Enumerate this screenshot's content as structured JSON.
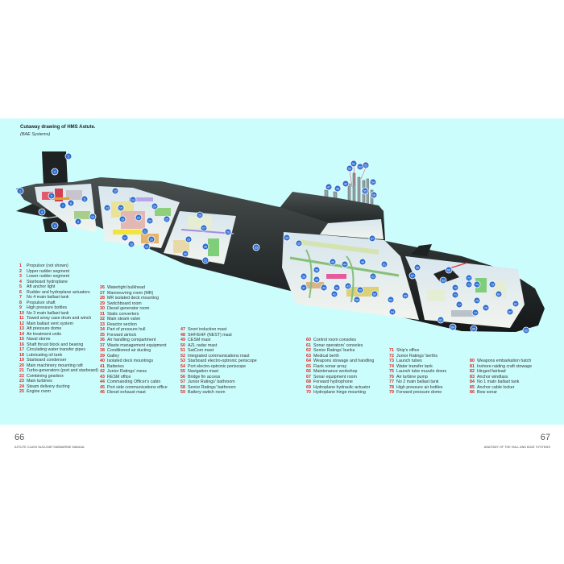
{
  "caption": {
    "title": "Cutaway drawing of HMS Astute.",
    "credit": "(BAE Systems)"
  },
  "colors": {
    "page_bg": "#ccfdfd",
    "hull": "#2b3030",
    "number": "#e3211b",
    "callout": "#2f6fd0"
  },
  "callouts": [
    "1",
    "2",
    "3",
    "4",
    "5",
    "6",
    "7",
    "8",
    "9",
    "10",
    "11",
    "12",
    "13",
    "14",
    "15",
    "16",
    "17",
    "18",
    "19",
    "20",
    "21",
    "22",
    "23",
    "24",
    "25",
    "26",
    "27",
    "28",
    "29",
    "30",
    "31",
    "32",
    "33",
    "34",
    "35",
    "36",
    "37",
    "38",
    "39",
    "40",
    "41",
    "42",
    "43",
    "44",
    "45",
    "46",
    "47",
    "48",
    "49",
    "50",
    "51",
    "52",
    "53",
    "54",
    "55",
    "56",
    "57",
    "58",
    "59",
    "60",
    "61",
    "62",
    "63",
    "64",
    "65",
    "66",
    "67",
    "68",
    "69",
    "70",
    "71",
    "72",
    "73",
    "74",
    "75",
    "76",
    "77",
    "78",
    "79",
    "80",
    "81",
    "82",
    "83",
    "84",
    "85",
    "86"
  ],
  "legend": {
    "columns": [
      {
        "items": [
          {
            "num": "1",
            "text": "Propulsor (not shown)"
          },
          {
            "num": "2",
            "text": "Upper rudder segment"
          },
          {
            "num": "3",
            "text": "Lower rudder segment"
          },
          {
            "num": "4",
            "text": "Starboard hydroplane"
          },
          {
            "num": "5",
            "text": "Aft anchor light"
          },
          {
            "num": "6",
            "text": "Rudder and hydroplane actuators"
          },
          {
            "num": "7",
            "text": "No 4 main ballast tank"
          },
          {
            "num": "8",
            "text": "Propulsor shaft"
          },
          {
            "num": "9",
            "text": "High pressure bottles"
          },
          {
            "num": "10",
            "text": "No 3 main ballast tank"
          },
          {
            "num": "11",
            "text": "Towed array case drum and winch"
          },
          {
            "num": "12",
            "text": "Main ballast vent system"
          },
          {
            "num": "13",
            "text": "Aft pressure dome"
          },
          {
            "num": "14",
            "text": "Air treatment units"
          },
          {
            "num": "15",
            "text": "Naval stores"
          },
          {
            "num": "16",
            "text": "Shaft thrust block and bearing"
          },
          {
            "num": "17",
            "text": "Circulating water transfer pipes"
          },
          {
            "num": "18",
            "text": "Lubricating oil tank"
          },
          {
            "num": "19",
            "text": "Starboard condenser"
          },
          {
            "num": "20",
            "text": "Main machinery mounting raft"
          },
          {
            "num": "21",
            "text": "Turbo-generators (port and starboard)"
          },
          {
            "num": "22",
            "text": "Combining gearbox"
          },
          {
            "num": "23",
            "text": "Main turbines"
          },
          {
            "num": "24",
            "text": "Steam delivery ducting"
          },
          {
            "num": "25",
            "text": "Engine room"
          }
        ]
      },
      {
        "items": [
          {
            "num": "26",
            "text": "Watertight bulkhead"
          },
          {
            "num": "27",
            "text": "Manoeuvring room (MR)"
          },
          {
            "num": "28",
            "text": "MR isolated deck mounting"
          },
          {
            "num": "29",
            "text": "Switchboard room"
          },
          {
            "num": "30",
            "text": "Diesel generator room"
          },
          {
            "num": "31",
            "text": "Static converters"
          },
          {
            "num": "32",
            "text": "Main steam valve"
          },
          {
            "num": "33",
            "text": "Reactor section"
          },
          {
            "num": "34",
            "text": "Part of pressure hull"
          },
          {
            "num": "35",
            "text": "Forward airlock"
          },
          {
            "num": "36",
            "text": "Air handling compartment"
          },
          {
            "num": "37",
            "text": "Waste management equipment"
          },
          {
            "num": "38",
            "text": "Conditioned air ducting"
          },
          {
            "num": "39",
            "text": "Galley"
          },
          {
            "num": "40",
            "text": "Isolated deck mountings"
          },
          {
            "num": "41",
            "text": "Batteries"
          },
          {
            "num": "42",
            "text": "Junior Ratings' mess"
          },
          {
            "num": "43",
            "text": "RESM office"
          },
          {
            "num": "44",
            "text": "Commanding Officer's cabin"
          },
          {
            "num": "45",
            "text": "Port side communications office"
          },
          {
            "num": "46",
            "text": "Diesel exhaust mast"
          }
        ]
      },
      {
        "items": [
          {
            "num": "47",
            "text": "Snort induction mast"
          },
          {
            "num": "48",
            "text": "SHF/EHF (NEST) mast"
          },
          {
            "num": "49",
            "text": "CESM mast"
          },
          {
            "num": "50",
            "text": "AZL radar mast"
          },
          {
            "num": "51",
            "text": "SatCom mast"
          },
          {
            "num": "52",
            "text": "Integrated communications mast"
          },
          {
            "num": "53",
            "text": "Starboard electro-optronic periscope"
          },
          {
            "num": "54",
            "text": "Port electro-optronic periscope"
          },
          {
            "num": "55",
            "text": "Navigation mast"
          },
          {
            "num": "56",
            "text": "Bridge fin access"
          },
          {
            "num": "57",
            "text": "Junior Ratings' bathroom"
          },
          {
            "num": "58",
            "text": "Senior Ratings' bathroom"
          },
          {
            "num": "59",
            "text": "Battery switch room"
          }
        ]
      },
      {
        "items": [
          {
            "num": "60",
            "text": "Control room consoles"
          },
          {
            "num": "61",
            "text": "Sonar operators' consoles"
          },
          {
            "num": "62",
            "text": "Senior Ratings' bunks"
          },
          {
            "num": "63",
            "text": "Medical berth"
          },
          {
            "num": "64",
            "text": "Weapons stowage and handling"
          },
          {
            "num": "65",
            "text": "Flank sonar array"
          },
          {
            "num": "66",
            "text": "Maintenance workshop"
          },
          {
            "num": "67",
            "text": "Sonar equipment room"
          },
          {
            "num": "68",
            "text": "Forward hydrophone"
          },
          {
            "num": "69",
            "text": "Hydroplane hydraulic actuator"
          },
          {
            "num": "70",
            "text": "Hydroplane hinge mounting"
          }
        ]
      },
      {
        "items": [
          {
            "num": "71",
            "text": "Ship's office"
          },
          {
            "num": "72",
            "text": "Junior Ratings' berths"
          },
          {
            "num": "73",
            "text": "Launch tubes"
          },
          {
            "num": "74",
            "text": "Water transfer tank"
          },
          {
            "num": "75",
            "text": "Launch tube muzzle doors"
          },
          {
            "num": "76",
            "text": "Air turbine pump"
          },
          {
            "num": "77",
            "text": "No 2 main ballast tank"
          },
          {
            "num": "78",
            "text": "High pressure air bottles"
          },
          {
            "num": "79",
            "text": "Forward pressure dome"
          }
        ]
      },
      {
        "items": [
          {
            "num": "80",
            "text": "Weapons embarkation hatch"
          },
          {
            "num": "81",
            "text": "Inshore raiding craft stowage"
          },
          {
            "num": "82",
            "text": "Hinged fairlead"
          },
          {
            "num": "83",
            "text": "Anchor windlass"
          },
          {
            "num": "84",
            "text": "No 1 main ballast tank"
          },
          {
            "num": "85",
            "text": "Anchor cable locker"
          },
          {
            "num": "86",
            "text": "Bow sonar"
          }
        ]
      }
    ]
  },
  "footer": {
    "left_page": "66",
    "left_running": "ASTUTE CLASS NUCLEAR SUBMARINE MANUAL",
    "right_page": "67",
    "right_running": "ANATOMY OF THE HULL AND BOAT SYSTEMS"
  }
}
